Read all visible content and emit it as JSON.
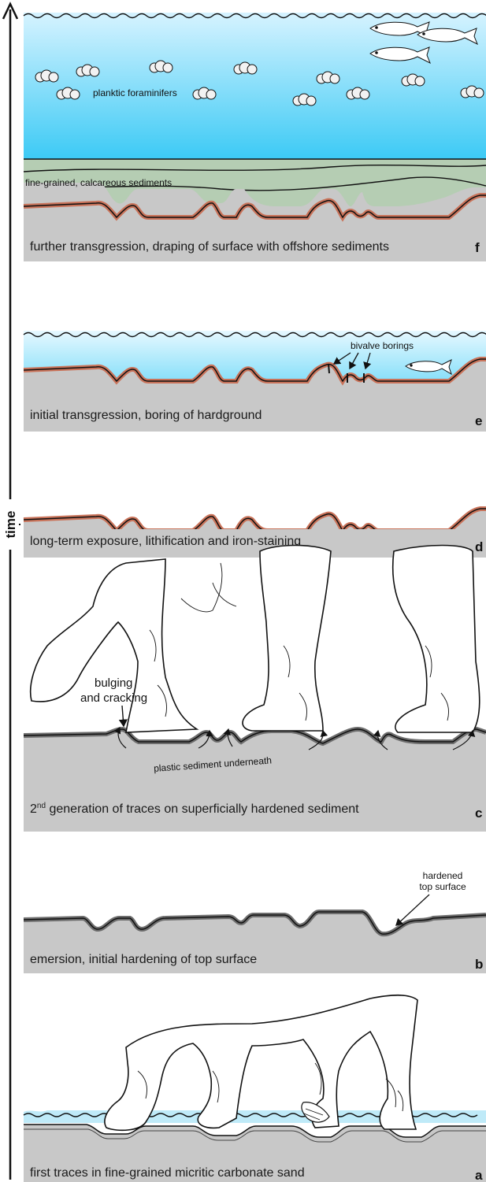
{
  "axis": {
    "label": "time"
  },
  "panels": {
    "f": {
      "letter": "f",
      "caption": "further transgression, draping of surface with offshore sediments",
      "labels": {
        "plankton": "planktic foraminifers",
        "sediments": "fine-grained, calcareous sediments"
      },
      "colors": {
        "water_top": "#d6f3ff",
        "water_bottom": "#3ccaf5",
        "sediment": "#b5cdb3",
        "crust": "#c9735a",
        "rock": "#c8c8c8"
      }
    },
    "e": {
      "letter": "e",
      "caption": "initial transgression, boring of hardground",
      "labels": {
        "borings": "bivalve borings"
      }
    },
    "d": {
      "letter": "d",
      "caption": "long-term exposure, lithification and iron-staining"
    },
    "c": {
      "letter": "c",
      "caption_sup": "nd",
      "caption_num": "2",
      "caption_rest": " generation of traces on superficially hardened sediment",
      "labels": {
        "bulging_1": "bulging",
        "bulging_2": "and cracking",
        "plastic": "plastic sediment underneath"
      }
    },
    "b": {
      "letter": "b",
      "caption": "emersion, initial hardening of top surface",
      "labels": {
        "hardened_1": "hardened",
        "hardened_2": "top surface"
      }
    },
    "a": {
      "letter": "a",
      "caption": "first traces in fine-grained micritic carbonate sand"
    }
  }
}
